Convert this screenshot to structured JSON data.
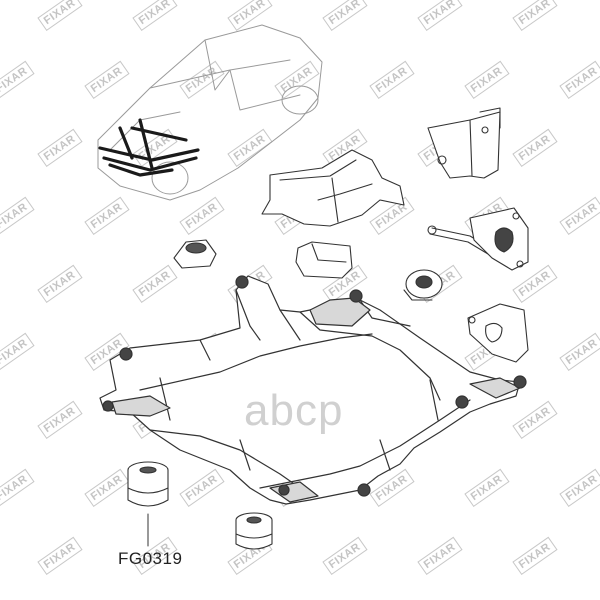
{
  "watermark": {
    "text": "FIXAR"
  },
  "brand": {
    "text": "abcp"
  },
  "part": {
    "number": "FG0319"
  },
  "colors": {
    "line": "#333333",
    "fill": "#ffffff",
    "shade": "#bdbdbd",
    "subframe_thumbnail": "#1a1a1a",
    "watermark": "#c4c4c4"
  },
  "illustration": {
    "car_outline": "hatchback-outline",
    "subframe": "front-subframe-assembly",
    "highlighted_part": "subframe-bushing"
  }
}
